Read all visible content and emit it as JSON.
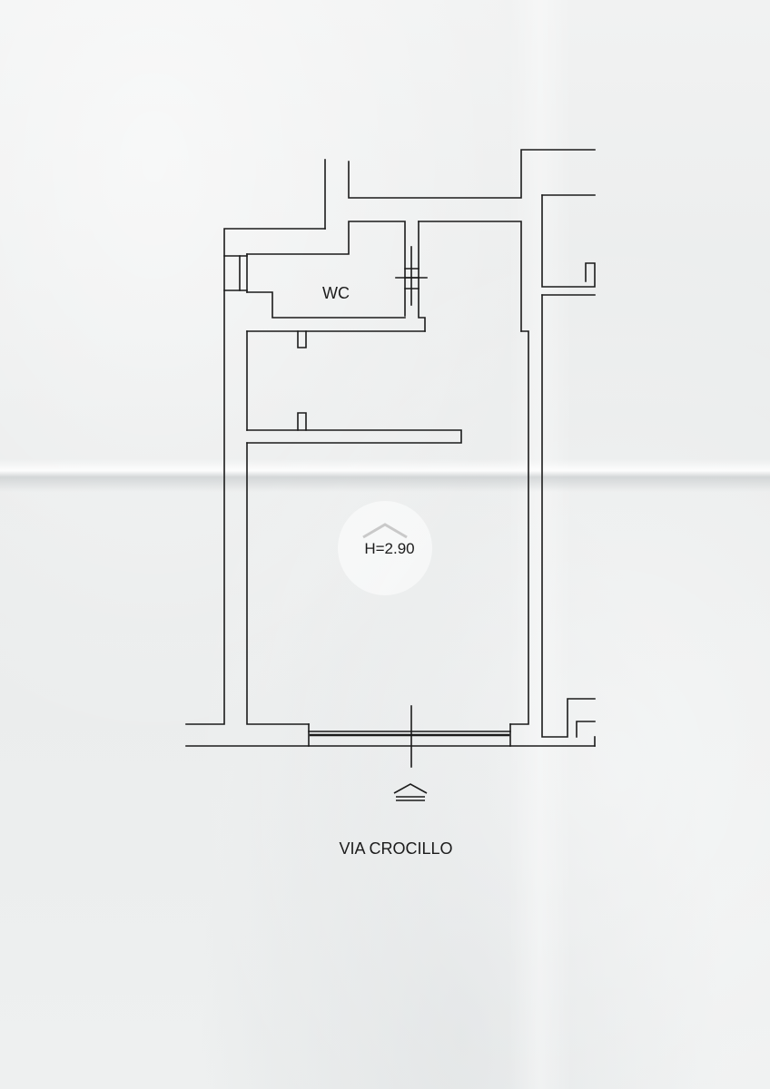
{
  "plan": {
    "wc_label": "WC",
    "height_label": "H=2.90",
    "street_label": "VIA CROCILLO"
  },
  "icons": {
    "entrance": "entrance-arrow-icon",
    "watermark": "house-watermark-icon"
  },
  "colors": {
    "paper": "#eceeee",
    "ink": "#1b1b1b"
  }
}
